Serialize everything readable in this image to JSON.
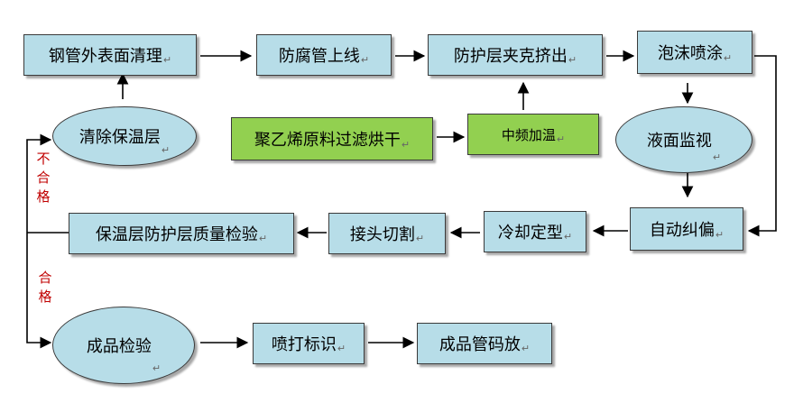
{
  "nodes": {
    "steel_surface_cleaning": "钢管外表面清理",
    "anticorrosion_pipe_online": "防腐管上线",
    "protective_layer_extrusion": "防护层夹克挤出",
    "foam_spraying": "泡沫喷涂",
    "remove_insulation": "清除保温层",
    "pe_material_drying": "聚乙烯原料过滤烘干",
    "mid_freq_heating": "中频加温",
    "level_monitoring": "液面监视",
    "quality_inspection": "保温层防护层质量检验",
    "joint_cutting": "接头切割",
    "cooling_shaping": "冷却定型",
    "auto_correction": "自动纠偏",
    "product_inspection": "成品检验",
    "spray_marking": "喷打标识",
    "product_stacking": "成品管码放"
  },
  "labels": {
    "fail": [
      "不",
      "合",
      "格"
    ],
    "pass": [
      "合",
      "格"
    ]
  },
  "paragraph_mark": "↵",
  "colors": {
    "box_fill": "#b7dde8",
    "green_fill": "#92d050",
    "label_red": "#c00000"
  }
}
